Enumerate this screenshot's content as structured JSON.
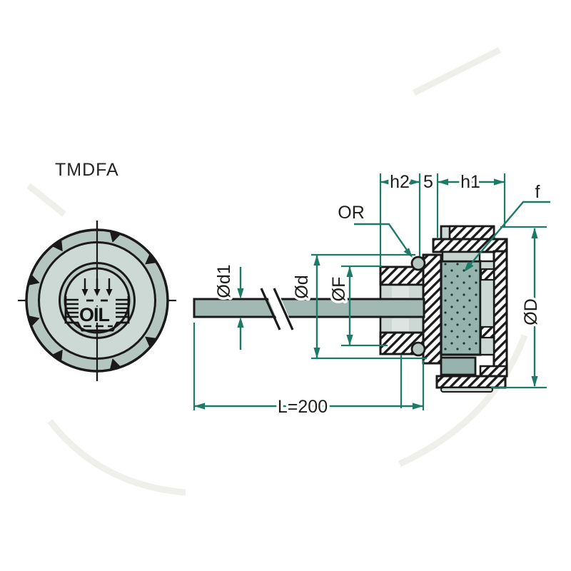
{
  "title": {
    "model": "TMDFA"
  },
  "front_view": {
    "oil_label": "OIL"
  },
  "section_view": {
    "dim_h2": "h2",
    "dim_gap": "5",
    "dim_h1": "h1",
    "label_f": "f",
    "label_or": "OR",
    "dim_rod": "Ød1",
    "dim_thread": "Ød",
    "dim_flange": "ØF",
    "dim_outer": "ØD",
    "dim_length": "L=200"
  },
  "colors": {
    "dimension": "#1c7a67",
    "line": "#1a1a1a",
    "metal_light": "#ccd8d4",
    "metal_mid": "#b5c6c1",
    "rod": "#a2b9b3",
    "filter": "#96b3ad",
    "background": "#ffffff"
  }
}
